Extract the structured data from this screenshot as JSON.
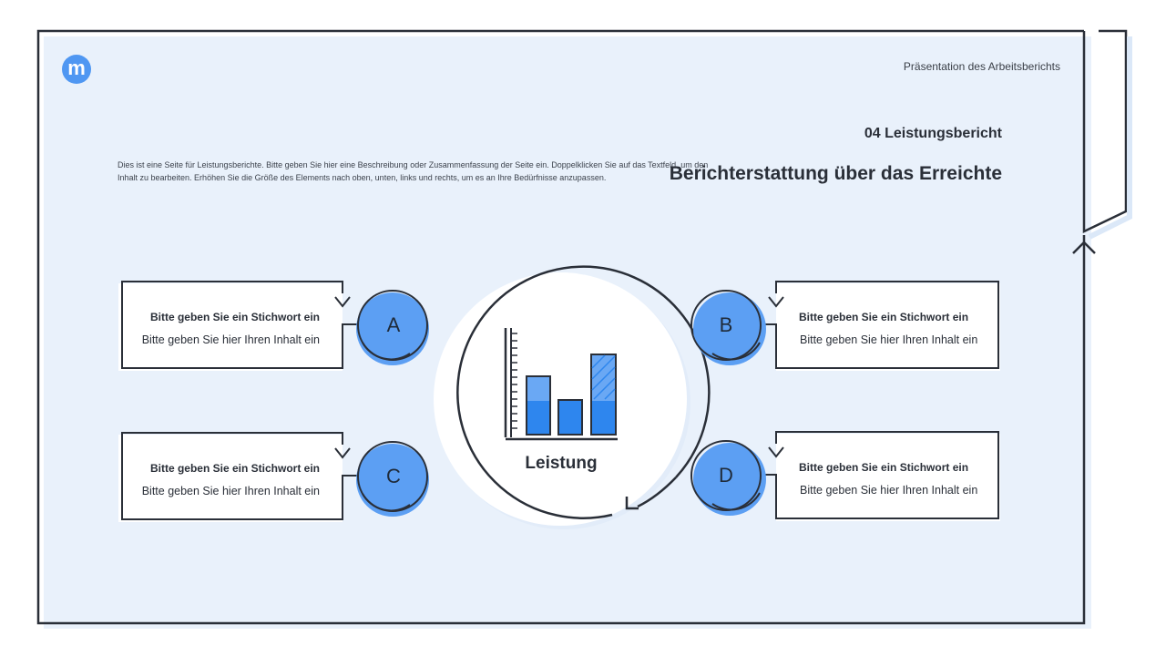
{
  "logo": {
    "letter": "m"
  },
  "header": {
    "title": "Präsentation des Arbeitsberichts"
  },
  "section": {
    "number": "04 Leistungsbericht",
    "heading": "Berichterstattung über das Erreichte"
  },
  "description": "Dies ist eine Seite für Leistungsberichte. Bitte geben Sie hier eine Beschreibung oder Zusammenfassung der Seite ein. Doppelklicken Sie auf das Textfeld, um den Inhalt zu bearbeiten. Erhöhen Sie die Größe des Elements nach oben, unten, links und rechts, um es an Ihre Bedürfnisse anzupassen.",
  "center": {
    "label": "Leistung",
    "icon": "bar-chart-icon"
  },
  "items": [
    {
      "letter": "A",
      "keyword": "Bitte geben Sie ein Stichwort ein",
      "content": "Bitte geben Sie hier Ihren Inhalt ein"
    },
    {
      "letter": "B",
      "keyword": "Bitte geben Sie ein Stichwort ein",
      "content": "Bitte geben Sie hier Ihren Inhalt ein"
    },
    {
      "letter": "C",
      "keyword": "Bitte geben Sie ein Stichwort ein",
      "content": "Bitte geben Sie hier Ihren Inhalt ein"
    },
    {
      "letter": "D",
      "keyword": "Bitte geben Sie ein Stichwort ein",
      "content": "Bitte geben Sie hier Ihren Inhalt ein"
    }
  ],
  "colors": {
    "accent": "#4f97f2",
    "accent_light": "#6ea9f4",
    "background": "#e9f1fb",
    "outline": "#2a2f38"
  }
}
